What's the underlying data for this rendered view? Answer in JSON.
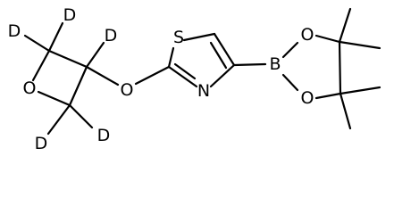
{
  "molecule": {
    "atoms": [
      {
        "id": "D1",
        "label": "D"
      },
      {
        "id": "D2",
        "label": "D"
      },
      {
        "id": "D3",
        "label": "D"
      },
      {
        "id": "D4",
        "label": "D"
      },
      {
        "id": "D5",
        "label": "D"
      },
      {
        "id": "O_ox",
        "label": "O"
      },
      {
        "id": "O_ether",
        "label": "O"
      },
      {
        "id": "S",
        "label": "S"
      },
      {
        "id": "N",
        "label": "N"
      },
      {
        "id": "B",
        "label": "B"
      },
      {
        "id": "O_b1",
        "label": "O"
      },
      {
        "id": "O_b2",
        "label": "O"
      }
    ]
  }
}
